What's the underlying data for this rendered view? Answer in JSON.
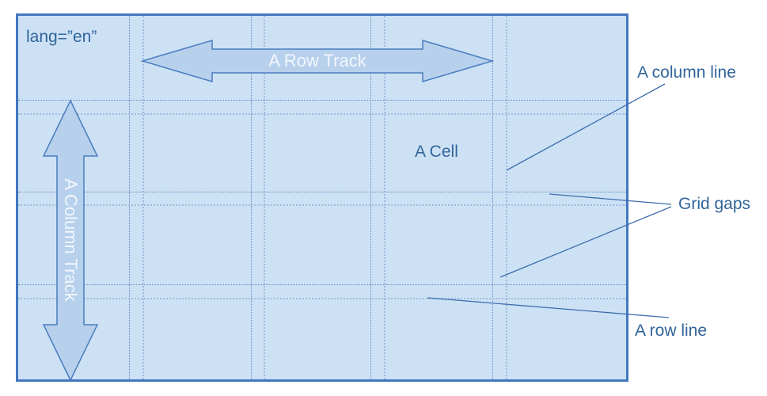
{
  "diagram": {
    "container_label": "lang=”en”",
    "cell_label": "A Cell",
    "row_track_label": "A Row Track",
    "column_track_label": "A Column Track",
    "annotations": {
      "column_line_label": "A column line",
      "grid_gaps_label": "Grid gaps",
      "row_line_label": "A row line"
    },
    "grid": {
      "columns": 5,
      "rows": 4,
      "column_gap_count": 4,
      "row_gap_count": 3
    },
    "colors": {
      "grid_fill": "#cde1f5",
      "grid_border": "#4377bf",
      "gap_line_dark": "#5e86bd",
      "gap_line_light": "#9fbbde",
      "arrow_fill": "#b7d0ec",
      "arrow_stroke": "#4a7dc0",
      "arrow_text": "#f2f7fc",
      "label_text": "#31659a",
      "pointer_line": "#3f6fae"
    }
  }
}
